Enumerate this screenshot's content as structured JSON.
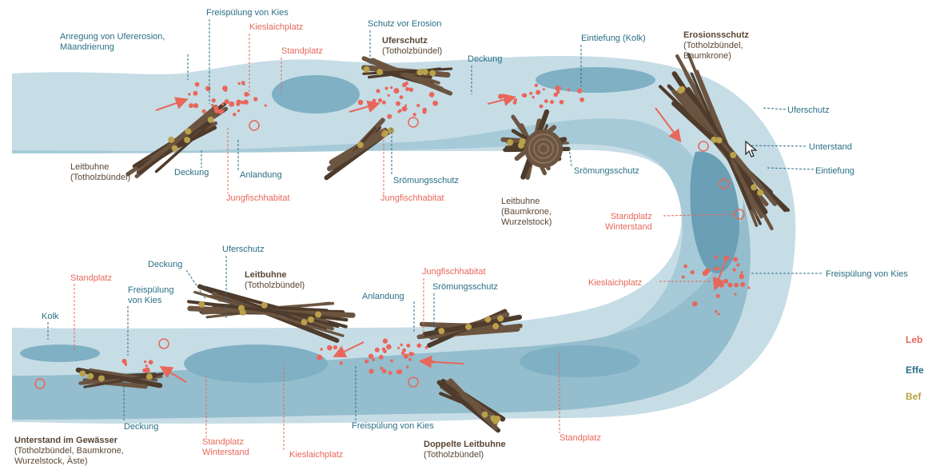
{
  "colors": {
    "river_light": "#c6dde6",
    "river_mid": "#a7cad8",
    "river_dark": "#7fb0c4",
    "deep_pool": "#6a9fb6",
    "wood": "#6b5440",
    "wood_dark": "#4e3b2c",
    "node": "#b9a04a",
    "effect_teal": "#2a6f86",
    "habitat_red": "#e8675a",
    "structure_brown": "#5a4634"
  },
  "labels": {
    "anregung": "Anregung von Ufererosion,",
    "maeandrierung": "Mäandrierung",
    "freispuelung_top": "Freispülung von Kies",
    "kieslaichplatz_top": "Kieslaichplatz",
    "standplatz_top": "Standplatz",
    "schutz_erosion": "Schutz vor Erosion",
    "uferschutz_top": "Uferschutz",
    "totholz_top": "(Totholzbündel)",
    "deckung_top": "Deckung",
    "eintiefung_kolk": "Eintiefung (Kolk)",
    "erosionsschutz": "Erosionsschutz",
    "erosionsschutz_sub1": "(Totholzbündel,",
    "erosionsschutz_sub2": "Baumkrone)",
    "uferschutz_right": "Uferschutz",
    "unterstand_right": "Unterstand",
    "eintiefung_right": "Eintiefung",
    "leitbuhne_left": "Leitbuhne",
    "leitbuhne_left_sub": "(Totholzbündel)",
    "deckung_mid": "Deckung",
    "anlandung_mid": "Anlandung",
    "jungfisch_mid1": "Jungfischhabitat",
    "stroemung_mid": "Srömungsschutz",
    "jungfisch_mid2": "Jungfischhabitat",
    "stroemung_right": "Srömungsschutz",
    "leitbuhne_center": "Leitbuhne",
    "leitbuhne_center_sub1": "(Baumkrone,",
    "leitbuhne_center_sub2": "Wurzelstock)",
    "standplatz_winter_r1": "Standplatz",
    "standplatz_winter_r2": "Winterstand",
    "kieslaichplatz_right": "Kieslaichplatz",
    "freispuelung_right": "Freispülung von Kies",
    "standplatz_low_left": "Standplatz",
    "kolk": "Kolk",
    "freispuelung_low1": "Freispülung",
    "freispuelung_low2": "von Kies",
    "deckung_low_a": "Deckung",
    "uferschutz_low": "Uferschutz",
    "leitbuhne_low": "Leitbuhne",
    "leitbuhne_low_sub": "(Totholzbündel)",
    "anlandung_low": "Anlandung",
    "jungfisch_low": "Jungfischhabitat",
    "stroemung_low": "Srömungsschutz",
    "deckung_low_b": "Deckung",
    "unterstand_gewaesser": "Unterstand im Gewässer",
    "unterstand_sub1": "(Totholzbündel, Baumkrone,",
    "unterstand_sub2": "Wurzelstock, Äste)",
    "standplatz_winter_b1": "Standplatz",
    "standplatz_winter_b2": "Winterstand",
    "kieslaichplatz_low": "Kieslaichplatz",
    "freispuelung_low_mid": "Freispülung von Kies",
    "doppelte_leitbuhne": "Doppelte Leitbuhne",
    "doppelte_sub": "(Totholzbündel)",
    "standplatz_low_right": "Standplatz"
  },
  "legend": {
    "lebensraum": "Leb",
    "effekt": "Effe",
    "befestigung": "Bef"
  }
}
